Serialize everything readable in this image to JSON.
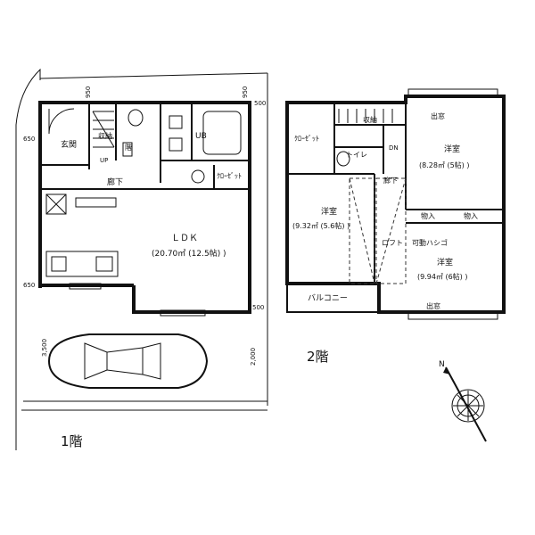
{
  "floor1": {
    "title": "1階",
    "rooms": {
      "genkan": "玄関",
      "storage": "収納",
      "under_stairs": "階",
      "hallway": "廊下",
      "ub": "UB",
      "ldk": "ＬＤＫ",
      "ldk_area": "(20.70㎡ (12.5帖) )",
      "closet": "ｸﾛｰｾﾞｯﾄ"
    },
    "stair_up": "UP",
    "dims": {
      "top_left": "950",
      "top_right": "950",
      "top_corner": "500",
      "left_upper": "650",
      "left_lower": "650",
      "bottom_right": "500",
      "parking_left": "3,500",
      "parking_right": "2,000"
    }
  },
  "floor2": {
    "title": "2階",
    "rooms": {
      "closet": "ｸﾛｰｾﾞｯﾄ",
      "storage": "収納",
      "toilet": "トイレ",
      "hallway": "廊下",
      "western1": "洋室",
      "western1_area": "(9.32㎡ (5.6帖) )",
      "western2": "洋室",
      "western2_area": "(8.28㎡ (5帖) )",
      "western3": "洋室",
      "western3_area": "(9.94㎡ (6帖) )",
      "balcony": "バルコニー",
      "loft": "ロフト",
      "ladder": "可動ハシゴ",
      "closet_a": "物入",
      "closet_b": "物入",
      "bay_top": "出窓",
      "bay_bottom": "出窓"
    },
    "stair_dn": "DN"
  },
  "compass": {
    "north": "N"
  }
}
